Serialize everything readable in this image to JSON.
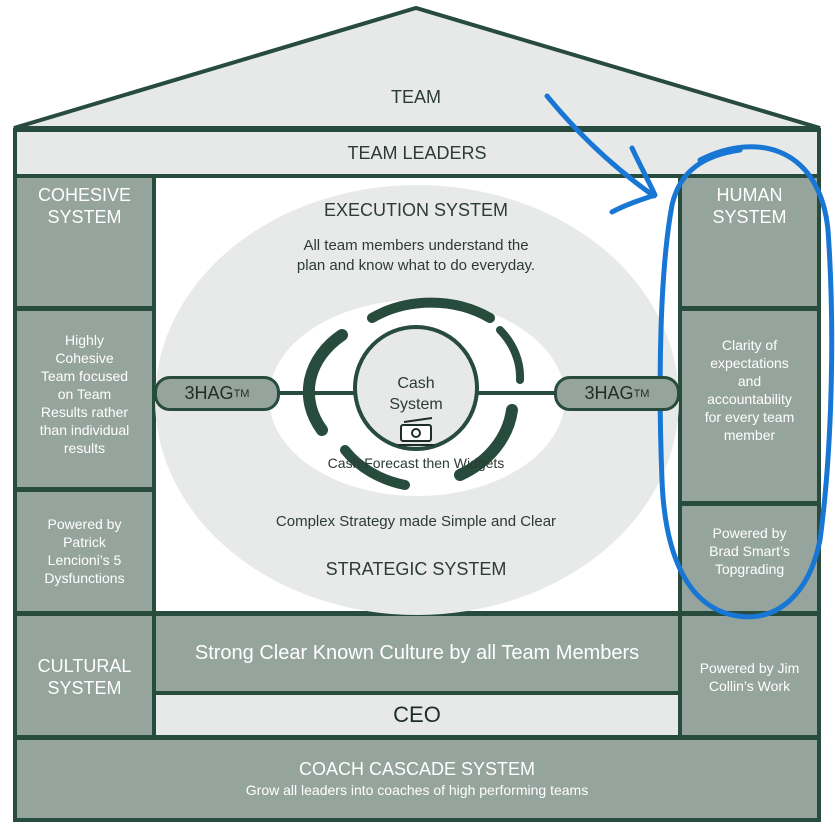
{
  "roof": {
    "label": "TEAM"
  },
  "team_leaders": {
    "label": "TEAM LEADERS"
  },
  "cohesive": {
    "title_line1": "COHESIVE",
    "title_line2": "SYSTEM",
    "desc": [
      "Highly",
      "Cohesive",
      "Team focused",
      "on Team",
      "Results rather",
      "than individual",
      "results"
    ],
    "powered": [
      "Powered by",
      "Patrick",
      "Lencioni’s 5",
      "Dysfunctions"
    ]
  },
  "human": {
    "title_line1": "HUMAN",
    "title_line2": "SYSTEM",
    "desc": [
      "Clarity of",
      "expectations",
      "and",
      "accountability",
      "for every team",
      "member"
    ],
    "powered": [
      "Powered by",
      "Brad Smart’s",
      "Topgrading"
    ]
  },
  "execution": {
    "title": "EXECUTION SYSTEM",
    "desc_line1": "All team members understand the",
    "desc_line2": "plan and know what to do everyday."
  },
  "cash": {
    "line1": "Cash",
    "line2": "System",
    "icon": "money-icon",
    "forecast": "Cash Forecast then Widgets"
  },
  "threehag": {
    "left": "3HAG",
    "right": "3HAG",
    "tm": "TM"
  },
  "strategic": {
    "desc": "Complex Strategy made Simple and Clear",
    "title": "STRATEGIC SYSTEM"
  },
  "cultural": {
    "title_line1": "CULTURAL",
    "title_line2": "SYSTEM",
    "band": "Strong Clear Known Culture by all Team Members",
    "powered_line1": "Powered by Jim",
    "powered_line2": "Collin’s Work"
  },
  "ceo": {
    "label": "CEO"
  },
  "coach": {
    "title": "COACH CASCADE SYSTEM",
    "desc": "Grow all leaders into coaches of high performing teams"
  },
  "colors": {
    "dark_green": "#274b3d",
    "grey_green": "#95a49c",
    "light_grey": "#e6e9e7",
    "annotation_blue": "#1877d4"
  }
}
